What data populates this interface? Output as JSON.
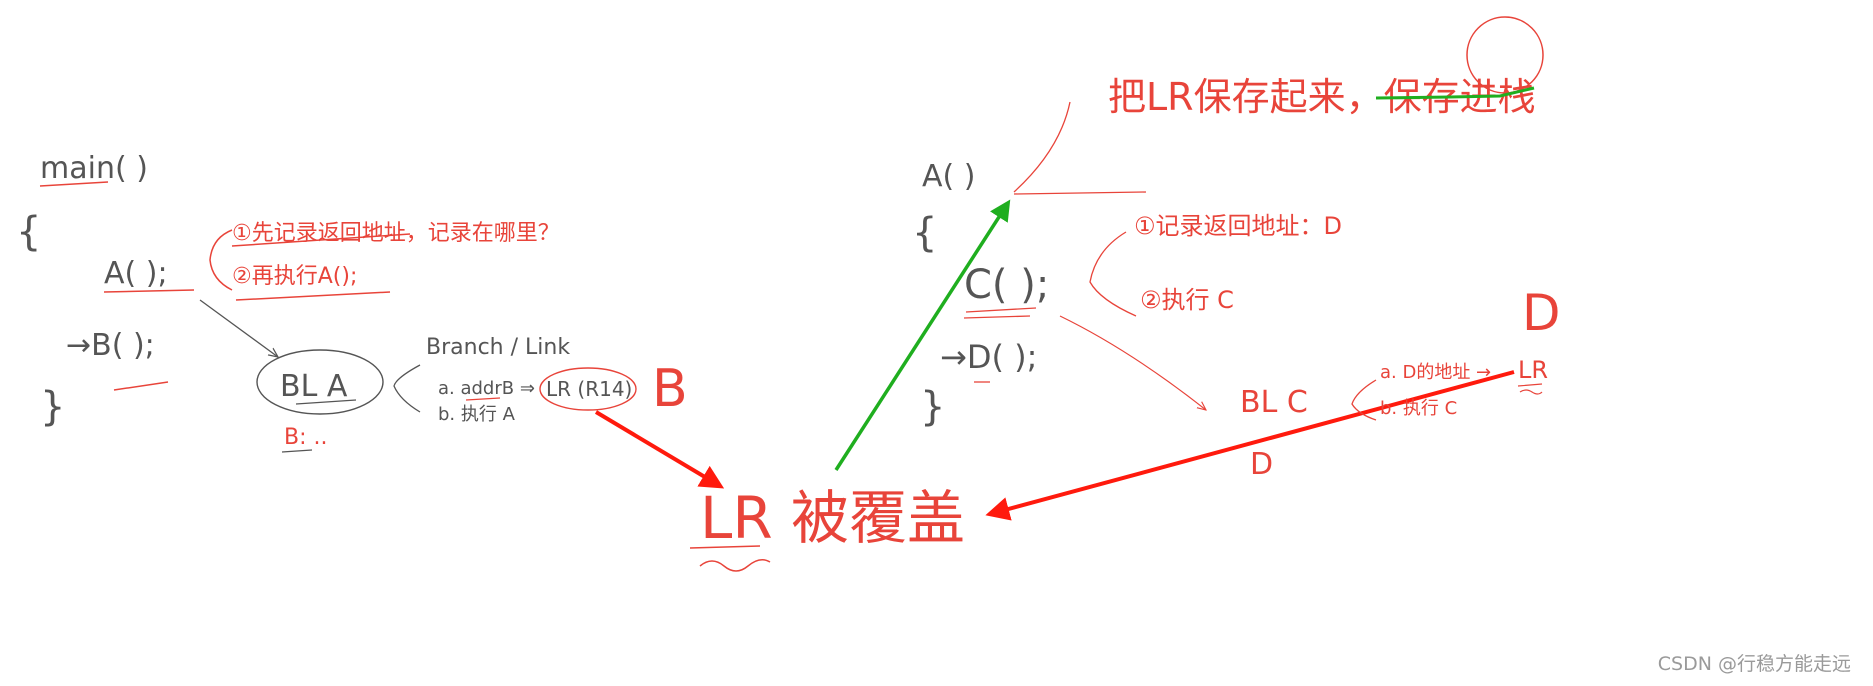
{
  "colors": {
    "ink": "#555555",
    "pen_red": "#e8443a",
    "arrow_red": "#ff1a0d",
    "arrow_green": "#1fae1f"
  },
  "left": {
    "main": "main(    )",
    "open_brace": "{",
    "a_call": "A( );",
    "b_call": "→B( );",
    "close_brace": "}",
    "note1": "①先记录返回地址，记录在哪里？",
    "note2": "②再执行A();",
    "bl_a": "BL  A",
    "b_label": "B: ..",
    "branch_link": "Branch / Link",
    "step_a": "a. addrB ⇒",
    "step_b": "b. 执行 A",
    "lr_r14": "LR (R14)",
    "big_b": "B"
  },
  "center": {
    "lr_overwritten": "LR 被覆盖"
  },
  "right": {
    "save_note": "把LR保存起来，保存进栈",
    "a_def": "A(   )",
    "open_brace": "{",
    "c_call": "C( );",
    "d_call": "→D( );",
    "close_brace": "}",
    "note1": "①记录返回地址：D",
    "note2": "②执行 C",
    "bl_c": "BL   C",
    "d_under": "D",
    "step_a": "a. D的地址 →",
    "step_b": "b. 执行 C",
    "lr": "LR",
    "big_d": "D"
  },
  "watermark": "CSDN @行稳方能走远"
}
